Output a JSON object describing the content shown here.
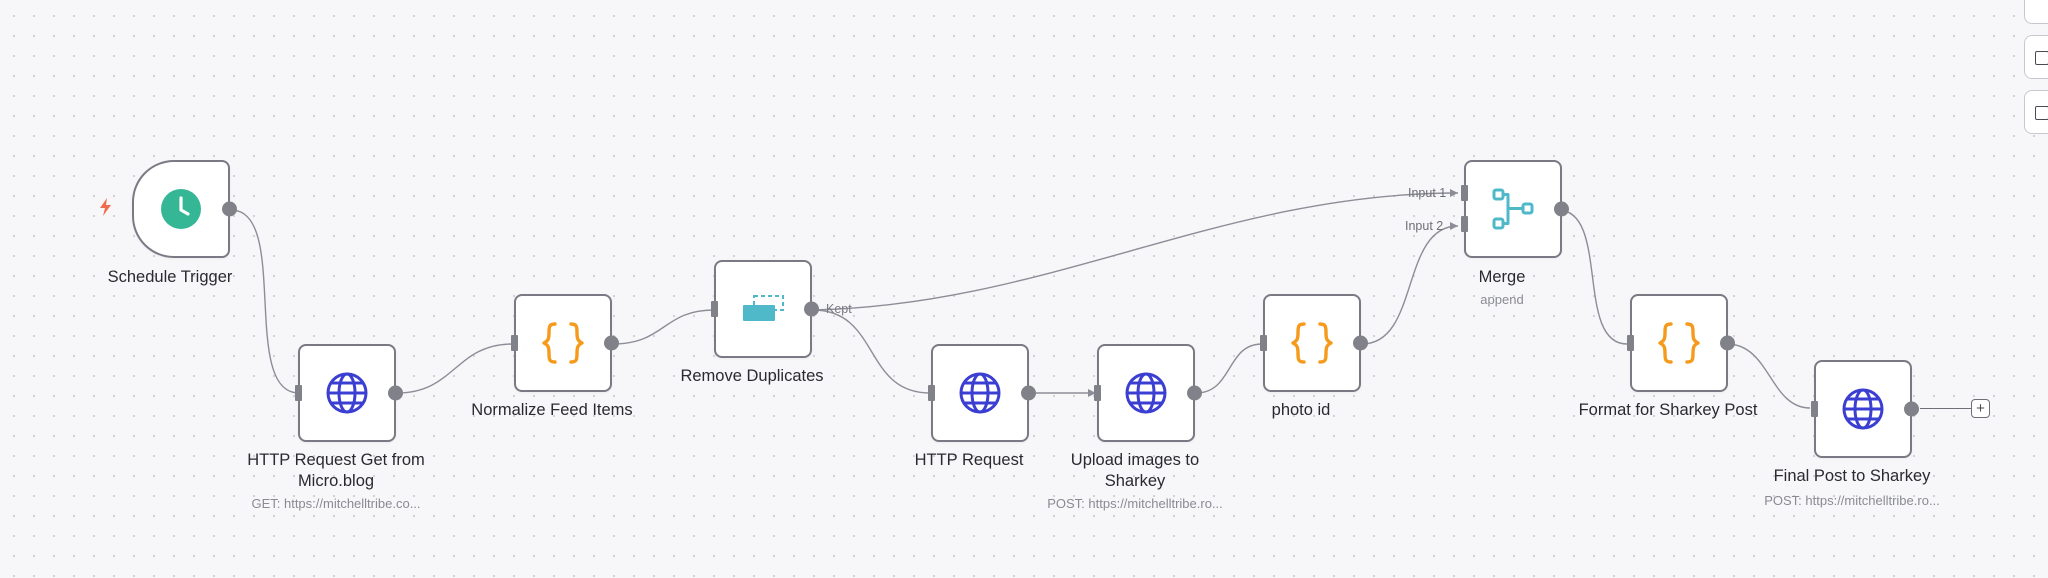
{
  "nodes": {
    "schedule": {
      "label": "Schedule Trigger",
      "icon": "clock-icon"
    },
    "http_get": {
      "label": "HTTP Request Get from Micro.blog",
      "sub": "GET: https://mitchelltribe.co...",
      "icon": "globe-icon"
    },
    "normalize": {
      "label": "Normalize Feed Items",
      "icon": "code-braces-icon"
    },
    "dedupe": {
      "label": "Remove Duplicates",
      "icon": "remove-duplicates-icon",
      "output_label": "Kept"
    },
    "http_req": {
      "label": "HTTP Request",
      "icon": "globe-icon"
    },
    "upload": {
      "label": "Upload images to Sharkey",
      "sub": "POST: https://mitchelltribe.ro...",
      "icon": "globe-icon"
    },
    "photo": {
      "label": "photo id",
      "icon": "code-braces-icon"
    },
    "merge": {
      "label": "Merge",
      "sub": "append",
      "icon": "merge-icon",
      "inputs": [
        "Input 1",
        "Input 2"
      ]
    },
    "format": {
      "label": "Format for Sharkey Post",
      "icon": "code-braces-icon"
    },
    "final": {
      "label": "Final Post to Sharkey",
      "sub": "POST: https://mitchelltribe.ro...",
      "icon": "globe-icon"
    }
  },
  "add_node_label": "+",
  "colors": {
    "clock": "#35b796",
    "globe": "#3b3fd1",
    "braces": "#f59a1b",
    "dedupe": "#4fb8c9",
    "merge": "#4fb8c9",
    "trigger_bolt": "#f26b4f"
  }
}
